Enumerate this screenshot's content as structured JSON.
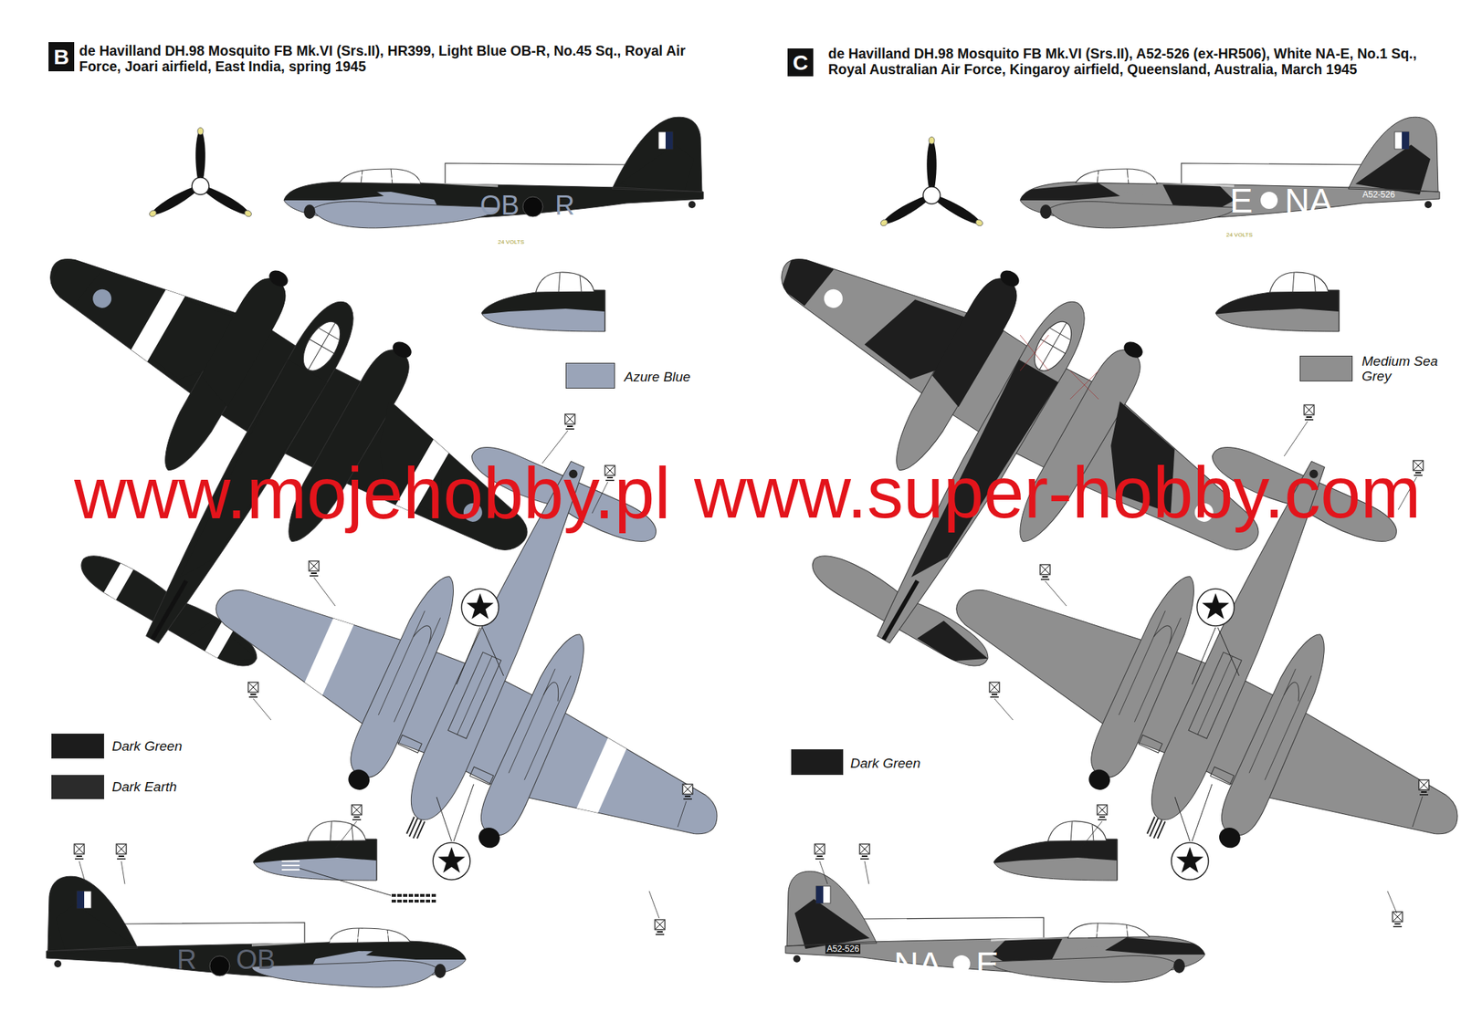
{
  "diagram": {
    "nodes": [
      {
        "text": [
          "B"
        ]
      },
      {
        "text": [
          "C"
        ]
      }
    ],
    "labels": [
      "de Havilland DH.98 Mosquito FB Mk.VI (Srs.II), HR399, Light Blue OB-R, No.45 Sq., Royal Air Force, Joari airfield, East India, spring 1945",
      "de Havilland DH.98 Mosquito FB Mk.VI (Srs.II), A52-526 (ex-HR506), White NA-E, No.1 Sq., Royal Australian Air Force, Kingaroy airfield, Queensland, Australia, March 1945",
      "OB",
      "R",
      "24 VOLTS",
      "R",
      "OB",
      "E",
      "NA",
      "A52-526",
      "24 VOLTS",
      "A52-526",
      "NA",
      "E",
      "www.mojehobby.pl",
      "www.super-hobby.com"
    ],
    "legend": [
      {
        "text": "Azure Blue",
        "color": "#9aa4b8"
      },
      {
        "text": "Dark Green",
        "color": "#1c1c1c"
      },
      {
        "text": "Dark Earth",
        "color": "#2b2b2b"
      },
      {
        "text": "Medium Sea Grey",
        "color": "#8f8f8f"
      },
      {
        "text": "Dark Green",
        "color": "#1c1c1c"
      }
    ]
  }
}
